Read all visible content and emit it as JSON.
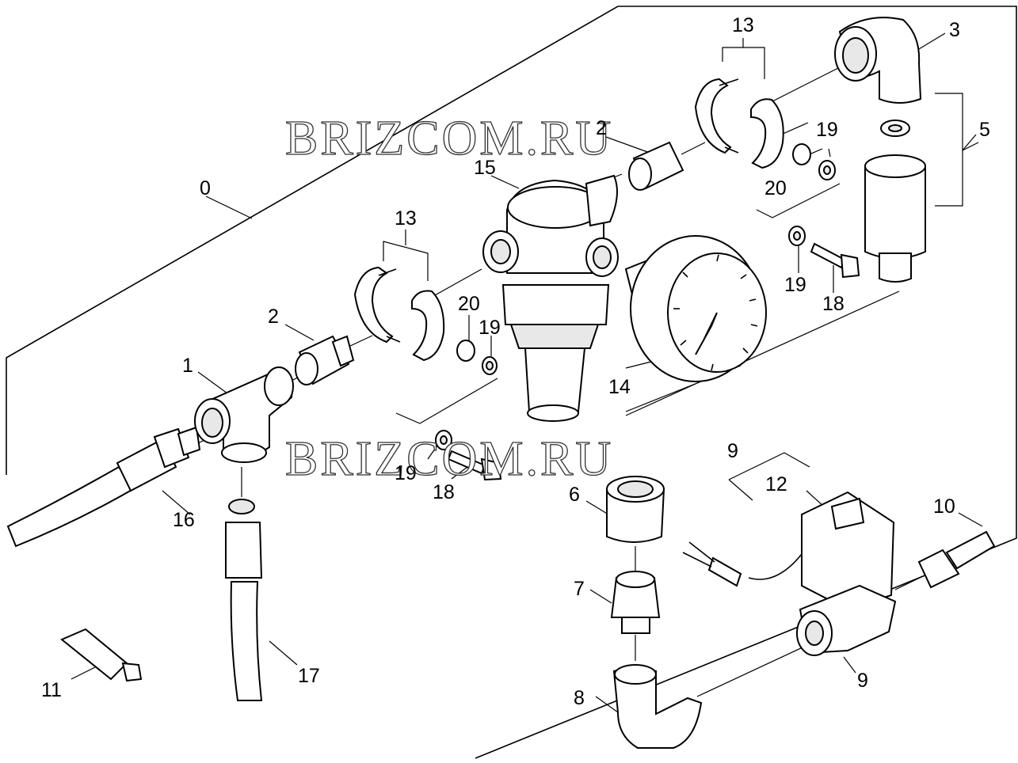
{
  "watermark": "BRIZCOM.RU",
  "labels": {
    "l0": "0",
    "l1": "1",
    "l2a": "2",
    "l2b": "2",
    "l3": "3",
    "l5": "5",
    "l6": "6",
    "l7": "7",
    "l8": "8",
    "l9a": "9",
    "l9b": "9",
    "l10": "10",
    "l11": "11",
    "l12": "12",
    "l13a": "13",
    "l13b": "13",
    "l14": "14",
    "l15": "15",
    "l16": "16",
    "l17": "17",
    "l18a": "18",
    "l18b": "18",
    "l19a": "19",
    "l19b": "19",
    "l19c": "19",
    "l19d": "19",
    "l20a": "20",
    "l20b": "20"
  }
}
